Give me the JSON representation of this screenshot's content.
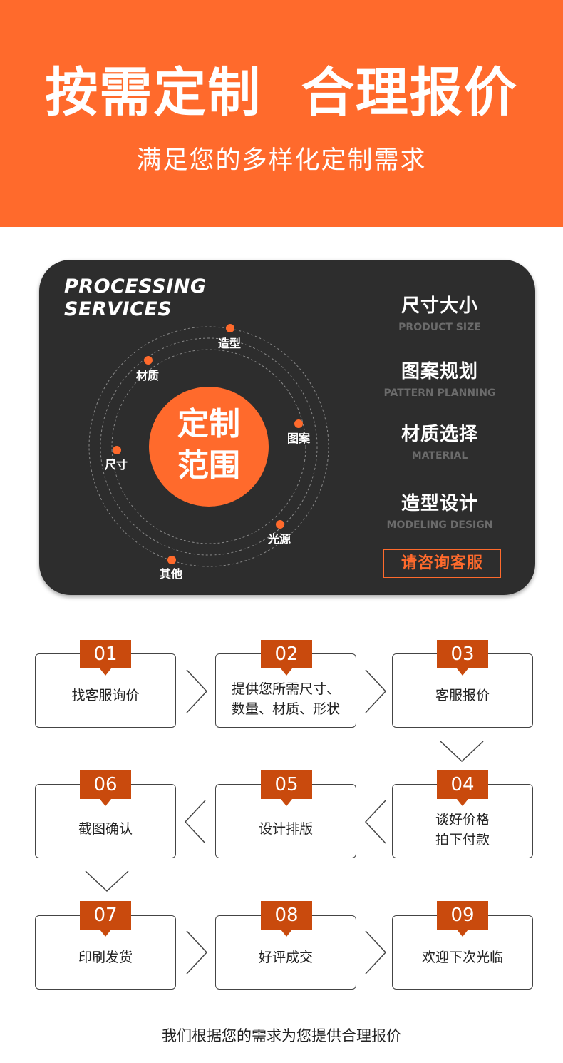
{
  "header": {
    "title": "按需定制  合理报价",
    "subtitle": "满足您的多样化定制需求"
  },
  "services_card": {
    "heading_line1": "PROCESSING",
    "heading_line2": "SERVICES",
    "center_line1": "定制",
    "center_line2": "范围",
    "orbit_labels": [
      "造型",
      "材质",
      "图案",
      "尺寸",
      "光源",
      "其他"
    ],
    "services": [
      {
        "cn": "尺寸大小",
        "en": "PRODUCT SIZE"
      },
      {
        "cn": "图案规划",
        "en": "PATTERN PLANNING"
      },
      {
        "cn": "材质选择",
        "en": "MATERIAL"
      },
      {
        "cn": "造型设计",
        "en": "MODELING DESIGN"
      }
    ],
    "consult_button": "请咨询客服"
  },
  "steps": [
    {
      "num": "01",
      "lines": [
        "找客服询价"
      ]
    },
    {
      "num": "02",
      "lines": [
        "提供您所需尺寸、",
        "数量、材质、形状"
      ]
    },
    {
      "num": "03",
      "lines": [
        "客服报价"
      ]
    },
    {
      "num": "04",
      "lines": [
        "谈好价格",
        "拍下付款"
      ]
    },
    {
      "num": "05",
      "lines": [
        "设计排版"
      ]
    },
    {
      "num": "06",
      "lines": [
        "截图确认"
      ]
    },
    {
      "num": "07",
      "lines": [
        "印刷发货"
      ]
    },
    {
      "num": "08",
      "lines": [
        "好评成交"
      ]
    },
    {
      "num": "09",
      "lines": [
        "欢迎下次光临"
      ]
    }
  ],
  "footer": "我们根据您的需求为您提供合理报价",
  "colors": {
    "accent": "#ff6a2c",
    "tab": "#c94a0d",
    "card": "#2d2d2d"
  }
}
